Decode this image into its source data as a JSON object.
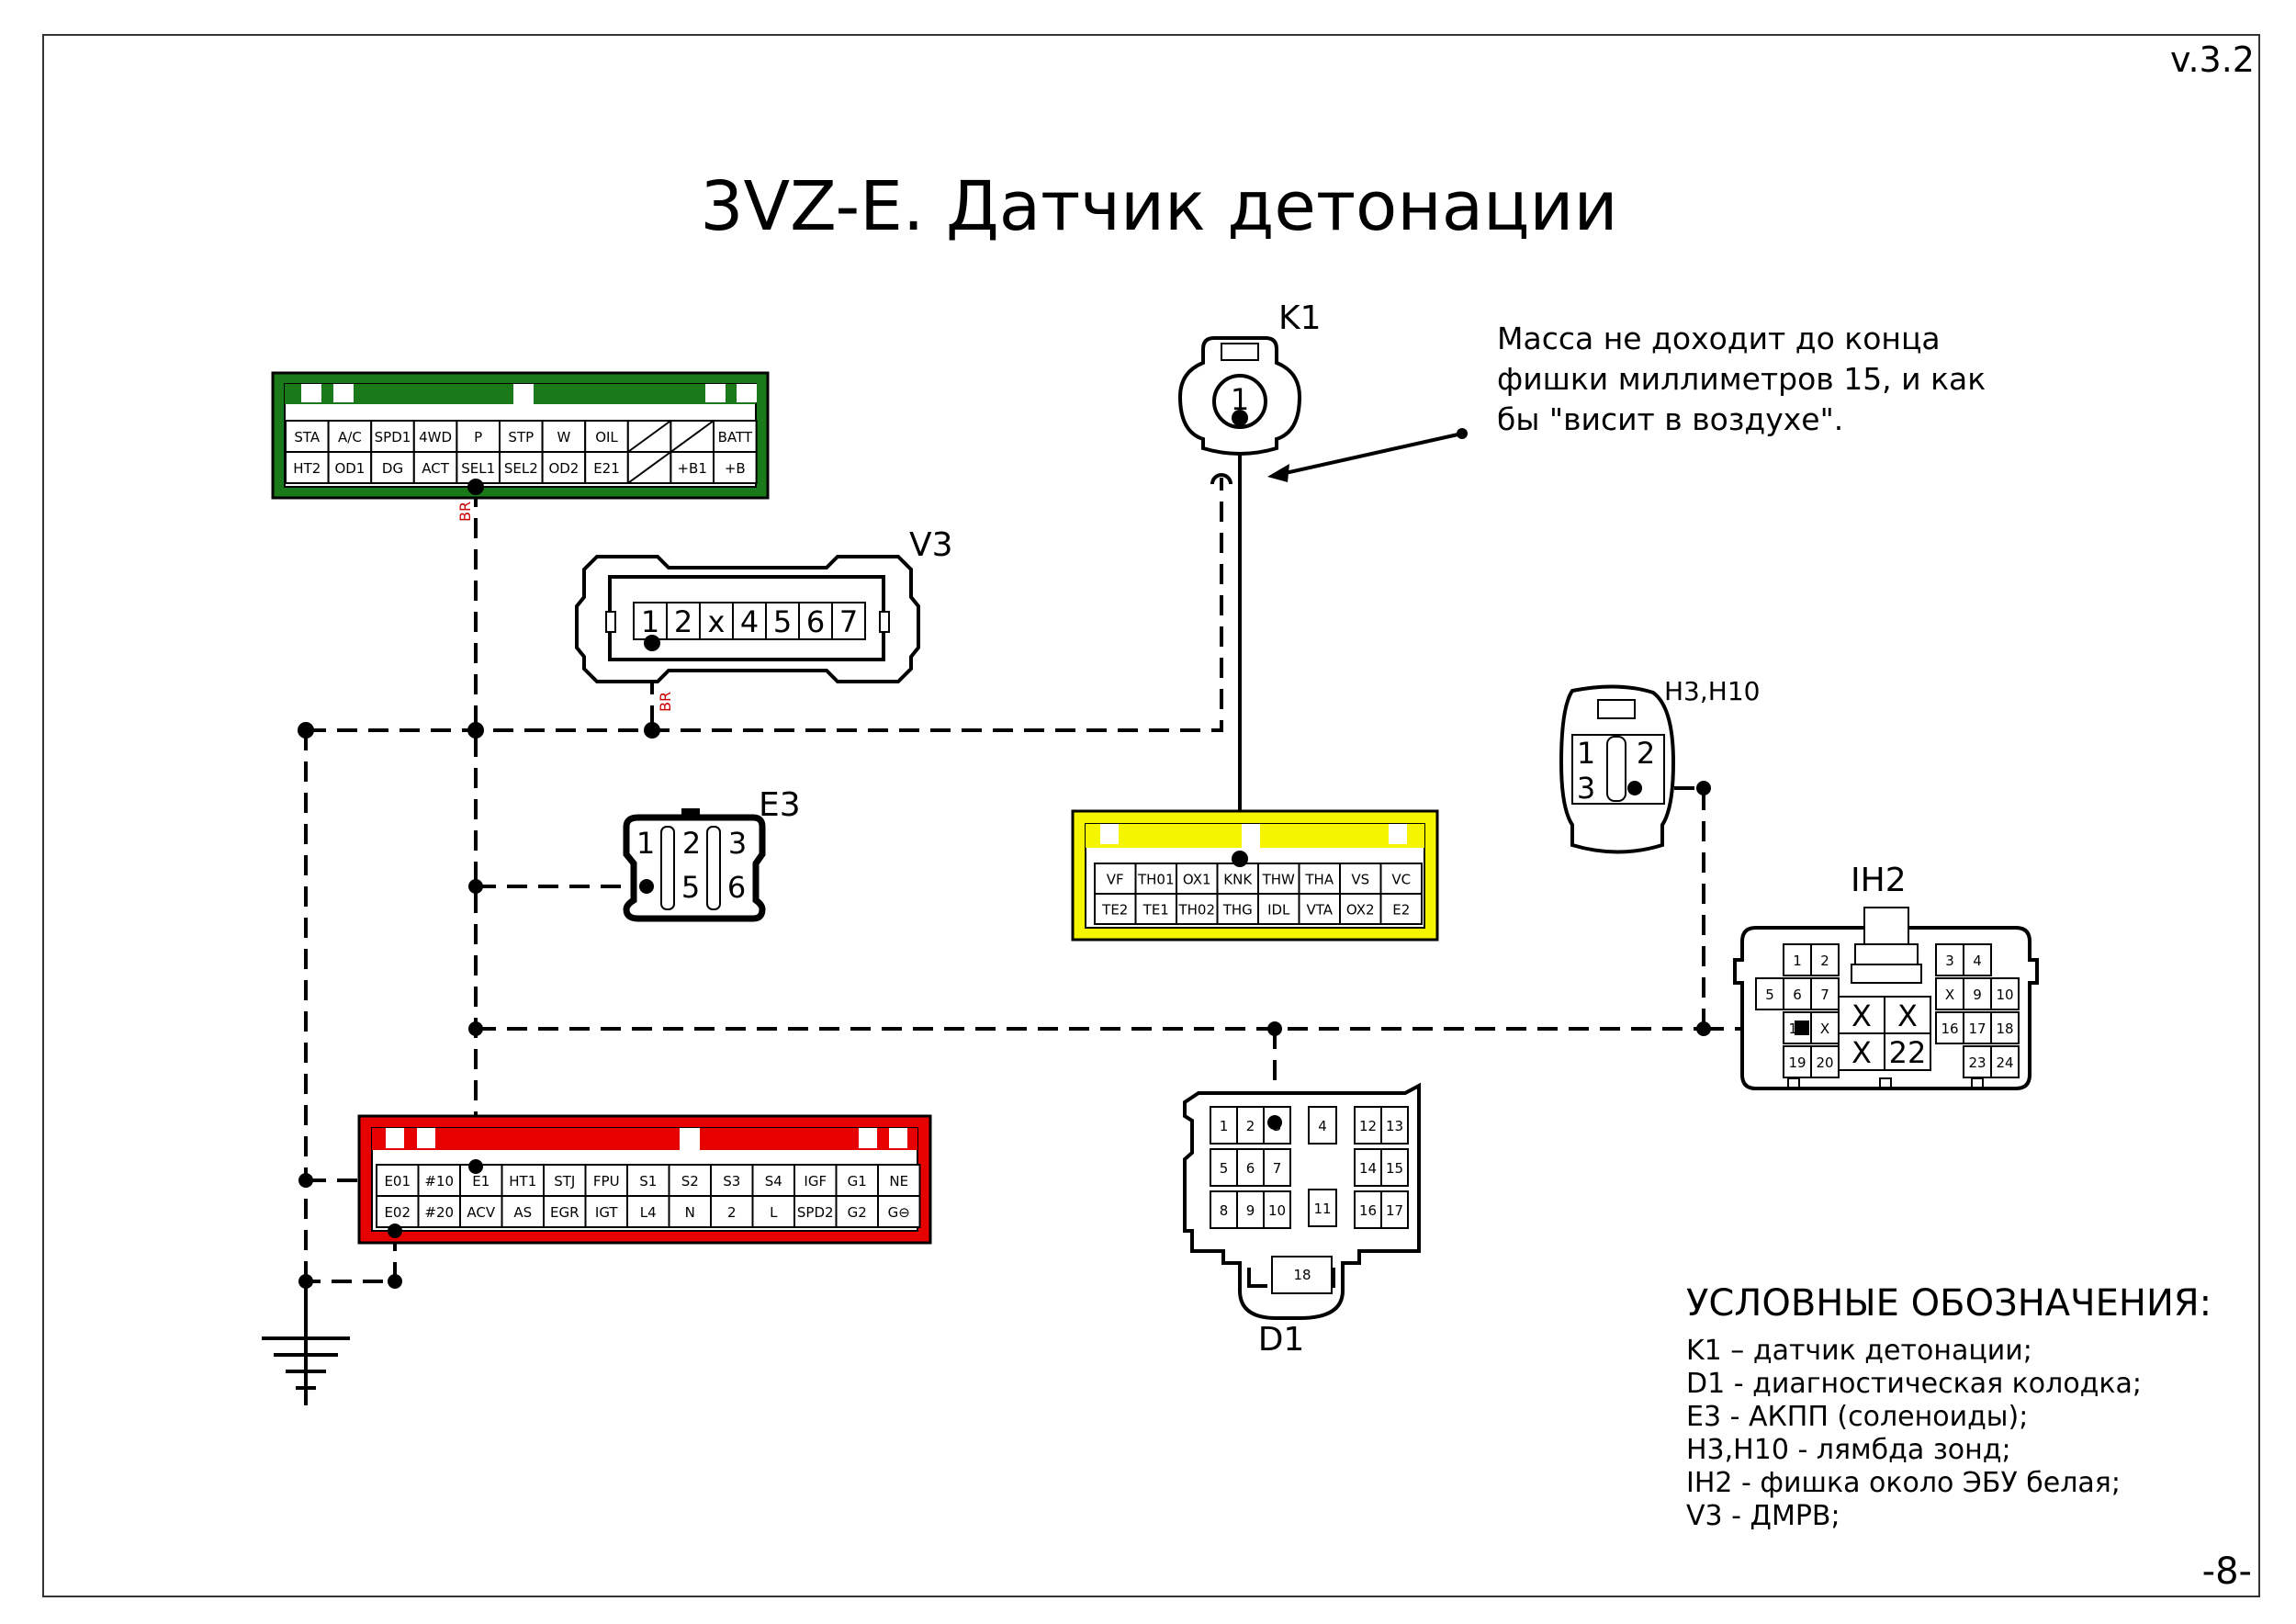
{
  "version": "v.3.2",
  "title": "3VZ-E. Датчик детонации",
  "page_number": "-8-",
  "annotation": {
    "lines": [
      "Масса не доходит до конца",
      "фишки миллиметров 15, и как",
      "бы \"висит в воздухе\"."
    ]
  },
  "connectors": {
    "green": {
      "color": "#1a7a1a",
      "top_row": [
        "STA",
        "A/C",
        "SPD1",
        "4WD",
        "P",
        "STP",
        "W",
        "OIL",
        "",
        "",
        "BATT"
      ],
      "bottom_row": [
        "HT2",
        "OD1",
        "DG",
        "ACT",
        "SEL1",
        "SEL2",
        "OD2",
        "E21",
        "",
        "+B1",
        "+B"
      ]
    },
    "yellow": {
      "color": "#f5f500",
      "top_row": [
        "VF",
        "TH01",
        "OX1",
        "KNK",
        "THW",
        "THA",
        "VS",
        "VC"
      ],
      "bottom_row": [
        "TE2",
        "TE1",
        "TH02",
        "THG",
        "IDL",
        "VTA",
        "OX2",
        "E2"
      ]
    },
    "red": {
      "color": "#e60000",
      "top_row": [
        "E01",
        "#10",
        "E1",
        "HT1",
        "STJ",
        "FPU",
        "S1",
        "S2",
        "S3",
        "S4",
        "IGF",
        "G1",
        "NE"
      ],
      "bottom_row": [
        "E02",
        "#20",
        "ACV",
        "AS",
        "EGR",
        "IGT",
        "L4",
        "N",
        "2",
        "L",
        "SPD2",
        "G2",
        "G⊖"
      ]
    },
    "k1": {
      "label": "K1",
      "pins": [
        "1"
      ]
    },
    "v3": {
      "label": "V3",
      "pins": [
        "1",
        "2",
        "x",
        "4",
        "5",
        "6",
        "7"
      ]
    },
    "e3": {
      "label": "E3",
      "top": [
        "1",
        "2",
        "3"
      ],
      "bottom": [
        "5",
        "6"
      ]
    },
    "h3": {
      "label": "H3,H10",
      "pins": [
        "1",
        "2",
        "3"
      ]
    },
    "ih2": {
      "label": "IH2",
      "left": [
        "1",
        "2",
        "5",
        "6",
        "7",
        "11",
        "X",
        "19",
        "20"
      ],
      "center": [
        "X",
        "X",
        "X",
        "22"
      ],
      "right": [
        "3",
        "4",
        "X",
        "9",
        "10",
        "16",
        "17",
        "18",
        "23",
        "24"
      ]
    },
    "d1": {
      "label": "D1",
      "left": [
        "1",
        "2",
        "3",
        "5",
        "6",
        "7",
        "8",
        "9",
        "10"
      ],
      "middle": [
        "4",
        "11"
      ],
      "right": [
        "12",
        "13",
        "14",
        "15",
        "16",
        "17"
      ],
      "bottom": [
        "18"
      ]
    }
  },
  "wire_color_label": "BR",
  "legend": {
    "title": "УСЛОВНЫЕ ОБОЗНАЧЕНИЯ:",
    "items": [
      "K1 – датчик детонации;",
      "D1 - диагностическая колодка;",
      "E3 - АКПП (соленоиды);",
      "H3,H10 - лямбда зонд;",
      "IH2 - фишка около ЭБУ белая;",
      "V3 - ДМРВ;"
    ]
  }
}
